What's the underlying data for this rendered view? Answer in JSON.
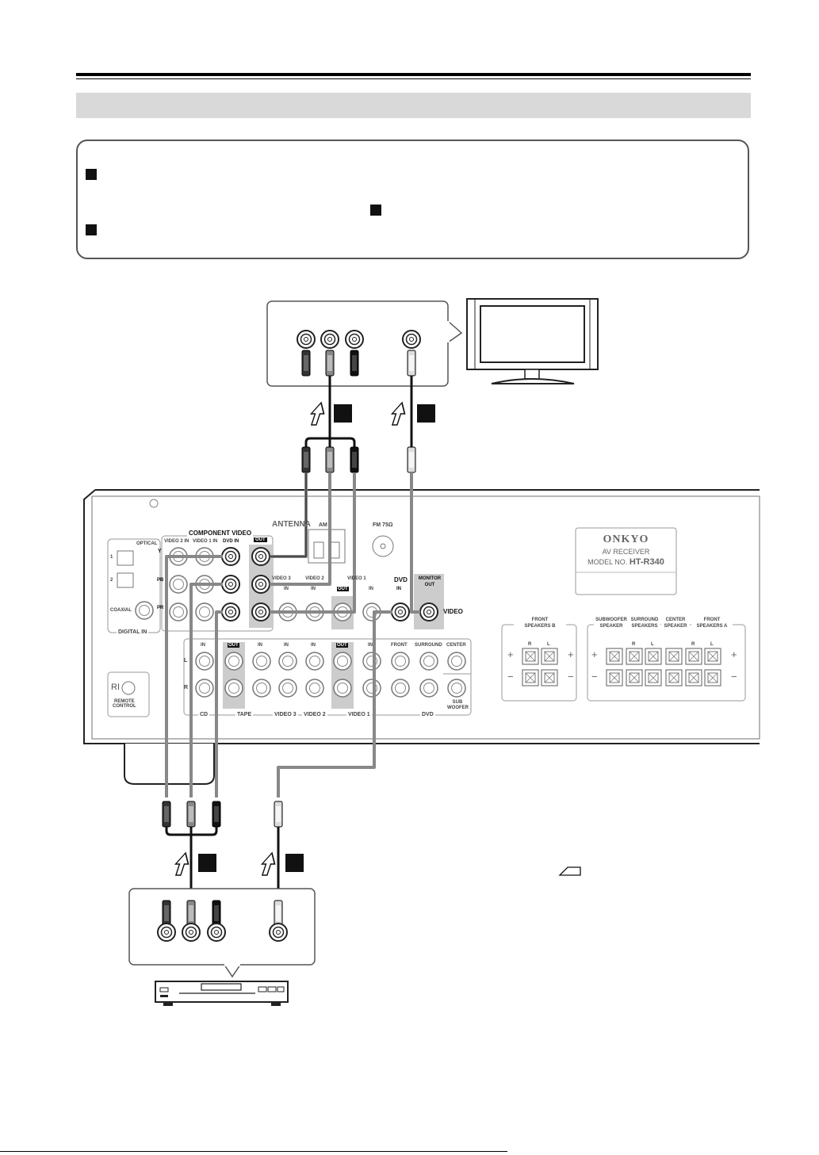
{
  "receiver": {
    "brand": "ONKYO",
    "product": "AV RECEIVER",
    "model_prefix": "MODEL NO.",
    "model": "HT-R340",
    "antenna_label": "ANTENNA",
    "am_label": "AM",
    "fm_label": "FM 75Ω",
    "component_video_label": "COMPONENT VIDEO",
    "cv_col_video2": "VIDEO 2 IN",
    "cv_col_video1": "VIDEO 1 IN",
    "cv_col_dvd": "DVD IN",
    "cv_out": "OUT",
    "row_y": "Y",
    "row_pb": "PB",
    "row_pr": "PR",
    "optical": "OPTICAL",
    "opt1": "1",
    "opt2": "2",
    "coaxial": "COAXIAL",
    "digital_in": "DIGITAL IN",
    "rj_label": "RI",
    "remote_control": "REMOTE\nCONTROL",
    "video3": "VIDEO 3",
    "video2": "VIDEO 2",
    "video1": "VIDEO 1",
    "in": "IN",
    "out": "OUT",
    "dvd": "DVD",
    "monitor_out": "MONITOR OUT",
    "video": "VIDEO",
    "audio_l": "L",
    "audio_r": "R",
    "cd": "CD",
    "tape": "TAPE",
    "front": "FRONT",
    "surround": "SURROUND",
    "center": "CENTER",
    "sub_woofer": "SUB WOOFER",
    "front_speakers_b": "FRONT\nSPEAKERS B",
    "subwoofer_speaker": "SUBWOOFER\nSPEAKER",
    "surround_speakers": "SURROUND\nSPEAKERS",
    "center_speaker": "CENTER\nSPEAKER",
    "front_speakers_a": "FRONT\nSPEAKERS A",
    "plus": "+",
    "minus": "−"
  },
  "icons": [
    "tv-icon",
    "dvd-player-icon",
    "signal-arrow-icon",
    "marker-square-icon"
  ]
}
